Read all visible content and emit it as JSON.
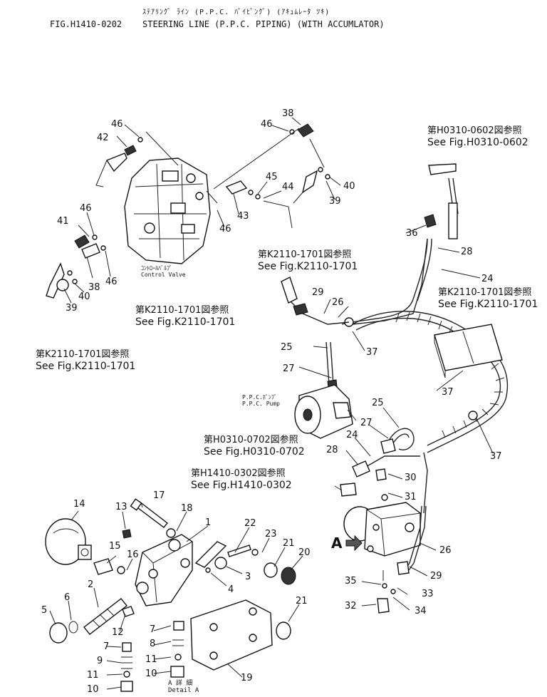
{
  "header": {
    "jp_title": "ｽﾃｱﾘﾝｸﾞ ﾗｲﾝ (P.P.C. ﾊﾟｲﾋﾟﾝｸﾞ) (ｱｷｭﾑﾚｰﾀ ﾂｷ)",
    "fig_no": "FIG.H1410-0202",
    "title": "STEERING LINE (P.P.C. PIPING) (WITH ACCUMLATOR)"
  },
  "captions": {
    "control_valve_jp": "ｺﾝﾄﾛｰﾙﾊﾞﾙﾌﾞ",
    "control_valve_en": "Control Valve",
    "ppc_pump_jp": "P.P.C.ﾎﾟﾝﾌﾟ",
    "ppc_pump_en": "P.P.C. Pump",
    "detail_jp": "A 詳 細",
    "detail_en": "Detail A",
    "arrow_a": "A"
  },
  "refs": [
    {
      "jp": "第H0310-0602図参照",
      "en": "See Fig.H0310-0602"
    },
    {
      "jp": "第K2110-1701図参照",
      "en": "See Fig.K2110-1701"
    },
    {
      "jp": "第K2110-1701図参照",
      "en": "See Fig.K2110-1701"
    },
    {
      "jp": "第K2110-1701図参照",
      "en": "See Fig.K2110-1701"
    },
    {
      "jp": "第K2110-1701図参照",
      "en": "See Fig.K2110-1701"
    },
    {
      "jp": "第H0310-0702図参照",
      "en": "See Fig.H0310-0702"
    },
    {
      "jp": "第H1410-0302図参照",
      "en": "See Fig.H1410-0302"
    }
  ],
  "part_numbers": [
    "38",
    "46",
    "42",
    "46",
    "45",
    "44",
    "40",
    "39",
    "43",
    "46",
    "41",
    "46",
    "38",
    "46",
    "40",
    "39",
    "36",
    "28",
    "24",
    "29",
    "26",
    "37",
    "25",
    "27",
    "37",
    "25",
    "27",
    "24",
    "28",
    "30",
    "31",
    "37",
    "26",
    "29",
    "35",
    "33",
    "32",
    "34",
    "14",
    "13",
    "17",
    "18",
    "1",
    "22",
    "23",
    "21",
    "20",
    "15",
    "16",
    "3",
    "4",
    "2",
    "6",
    "5",
    "12",
    "7",
    "8",
    "11",
    "10",
    "9",
    "11",
    "10",
    "7",
    "19",
    "21"
  ]
}
